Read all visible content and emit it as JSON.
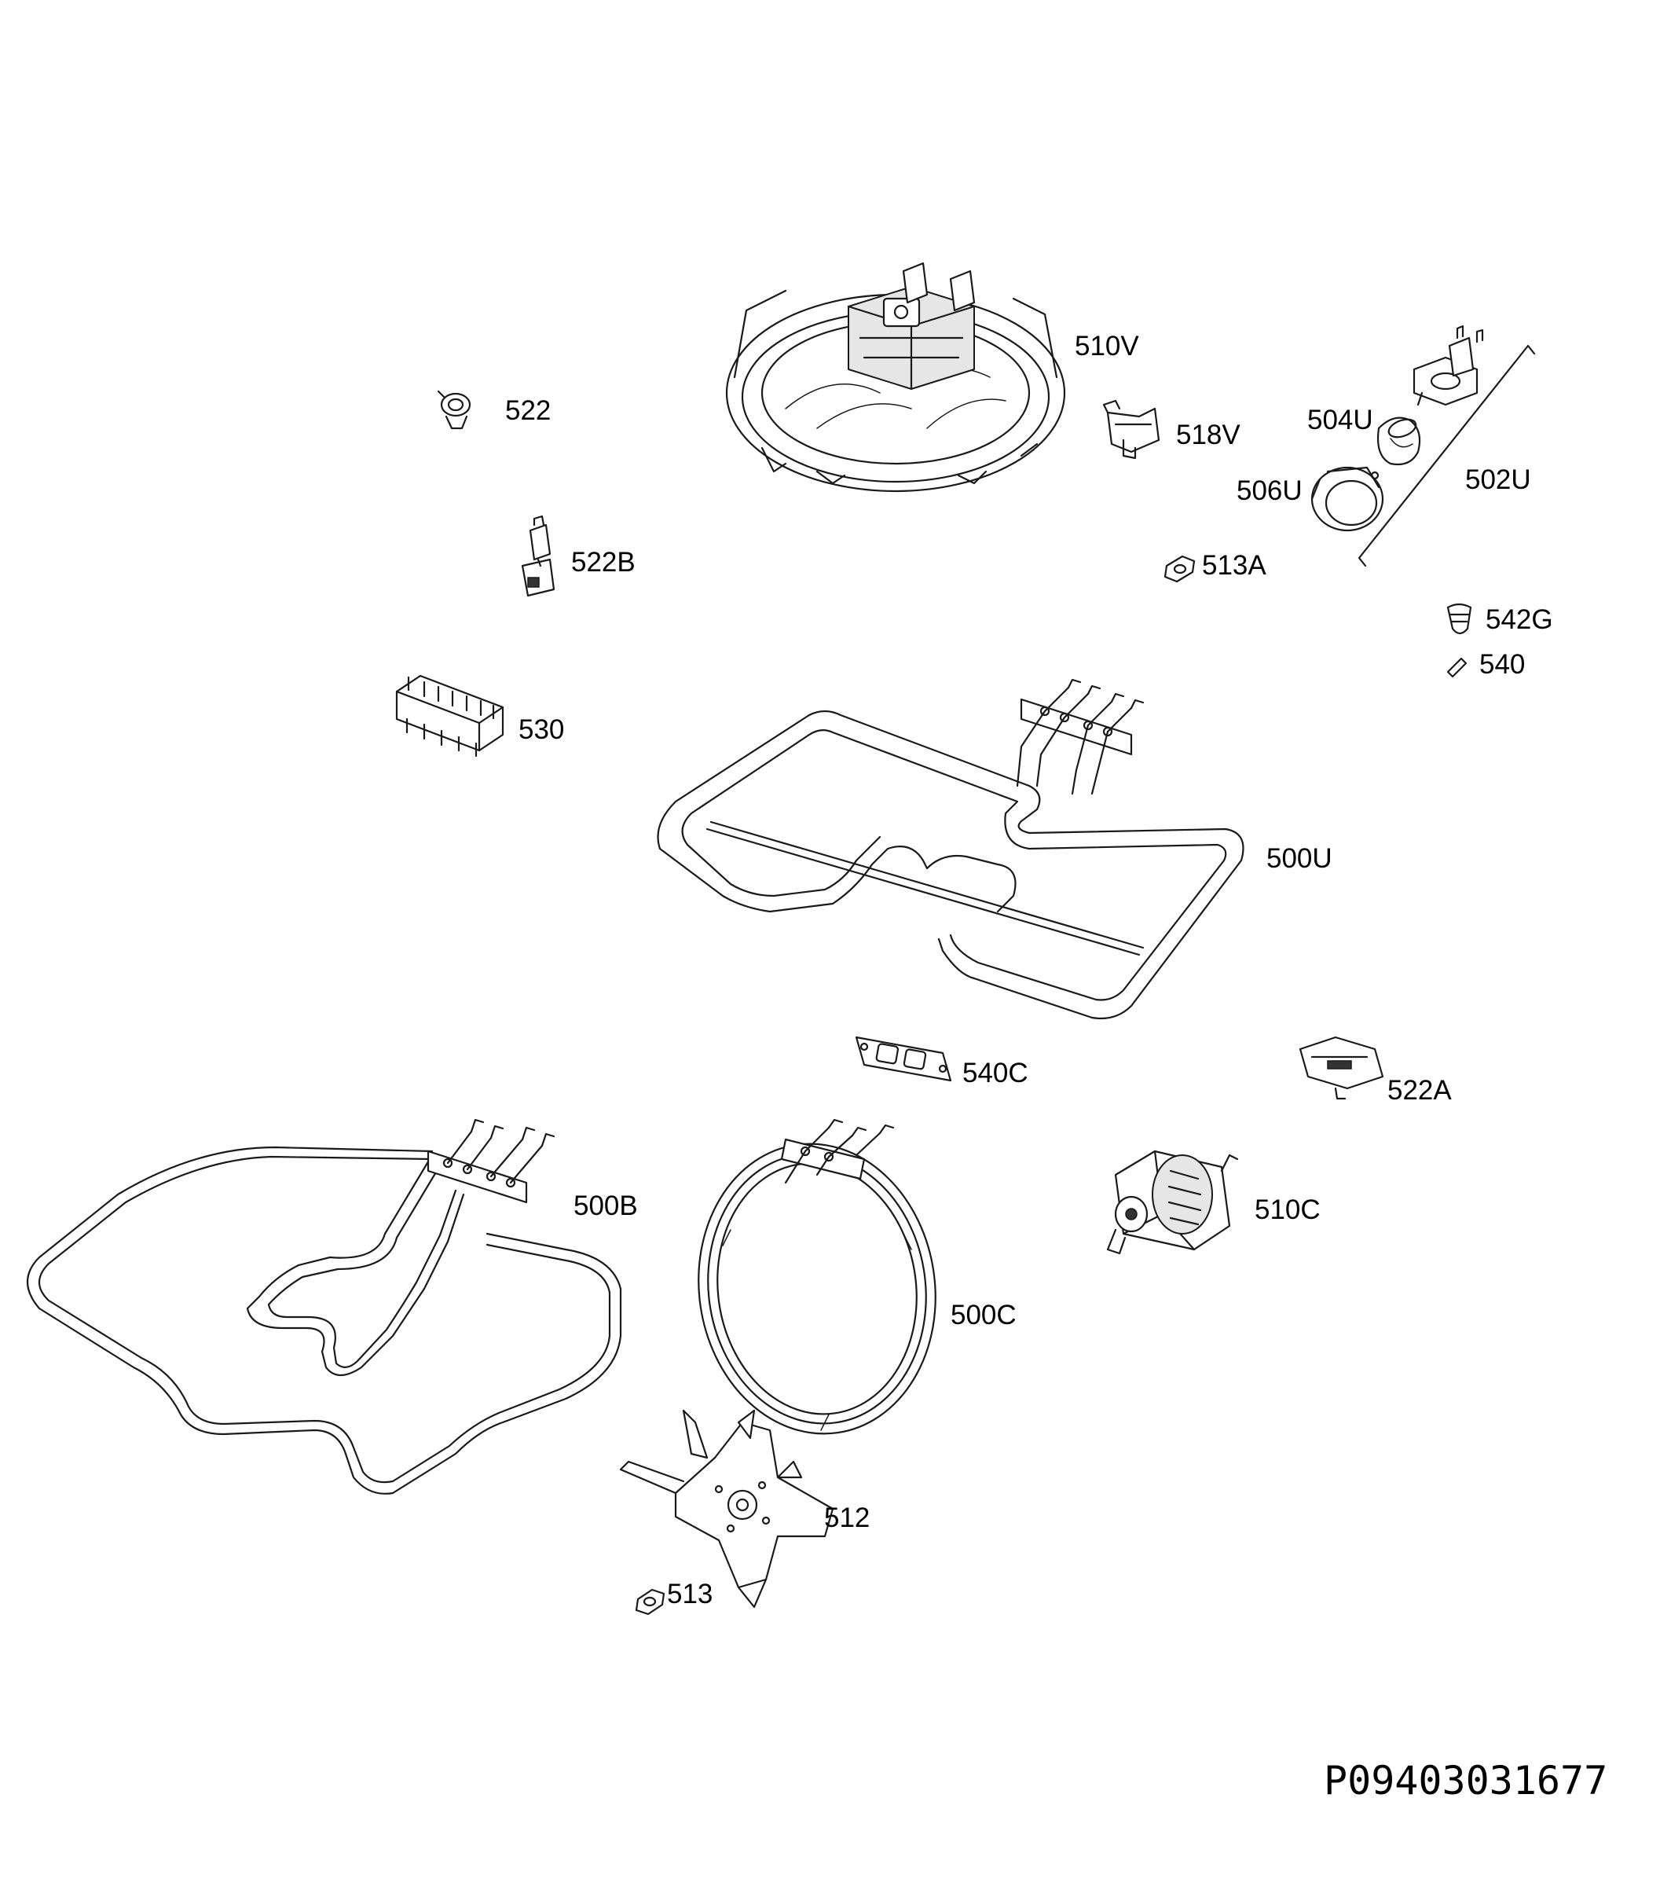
{
  "drawing_code": "P09403031677",
  "part_labels": {
    "p510V": "510V",
    "p522": "522",
    "p518V": "518V",
    "p504U": "504U",
    "p502U": "502U",
    "p506U": "506U",
    "p522B": "522B",
    "p513A": "513A",
    "p542G": "542G",
    "p540": "540",
    "p530": "530",
    "p500U": "500U",
    "p540C": "540C",
    "p522A": "522A",
    "p500B": "500B",
    "p510C": "510C",
    "p500C": "500C",
    "p512": "512",
    "p513": "513"
  }
}
